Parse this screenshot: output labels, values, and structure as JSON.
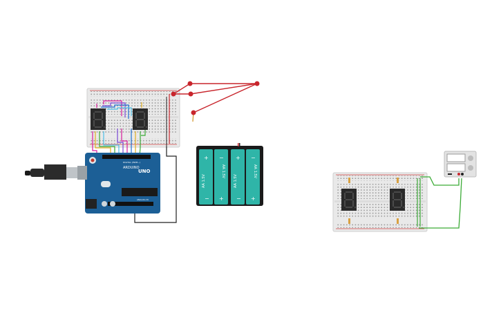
{
  "arduino": {
    "brand": "ARDUINO",
    "model": "UNO",
    "digital_label": "DIGITAL (PWM~)",
    "analog_label": "ANALOG IN"
  },
  "battery_pack": {
    "cells": [
      "AA 1.5V",
      "AA 1.5V",
      "AA 1.5V",
      "AA 1.5V"
    ],
    "plus": "+",
    "minus": "−"
  },
  "colors": {
    "board_blue": "#1c5f96",
    "wire_red": "#c8252c",
    "wire_green": "#3aaa35",
    "battery_cell": "#2fb5a8",
    "breadboard": "#e8e8e8"
  }
}
